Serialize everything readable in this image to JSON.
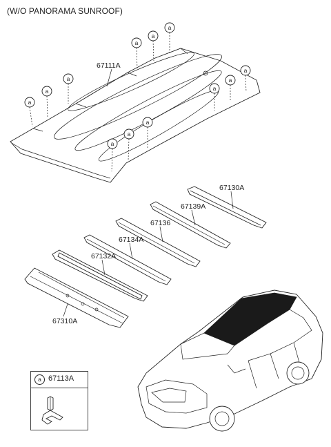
{
  "title": "(W/O PANORAMA SUNROOF)",
  "callout_letter": "a",
  "labels": {
    "roof_panel": "67111A",
    "rail_67130A": "67130A",
    "rail_67139A": "67139A",
    "rail_67136": "67136",
    "rail_67134A": "67134A",
    "rail_67132A": "67132A",
    "rail_67310A": "67310A"
  },
  "legend": {
    "letter": "a",
    "part_number": "67113A"
  }
}
